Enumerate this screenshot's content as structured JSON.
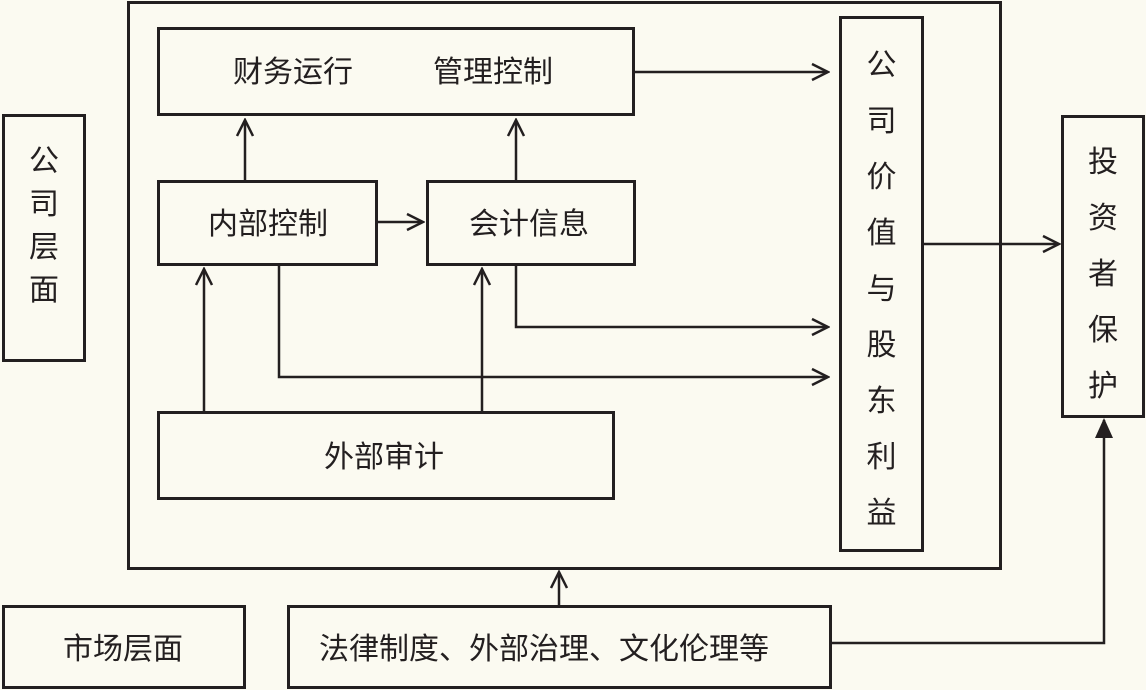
{
  "boxes": {
    "finance_ops": "财务运行",
    "mgmt_control": "管理控制",
    "internal_control": "内部控制",
    "accounting_info": "会计信息",
    "external_audit": "外部审计",
    "company_value": "公司价值与股东利益",
    "company_level": "公司层面",
    "investor_protection": "投资者保护",
    "market_level": "市场层面",
    "legal_system": "法律制度、外部治理、文化伦理等"
  }
}
